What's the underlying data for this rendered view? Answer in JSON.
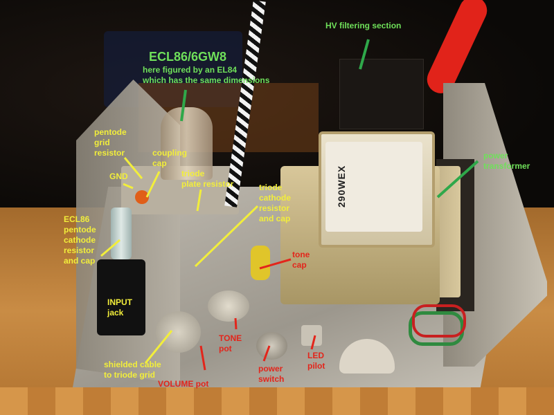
{
  "photo": {
    "subject": "Tube amplifier chassis interior",
    "transformer_model": "290WEX",
    "colors": {
      "green_label": "#6fe05a",
      "yellow_label": "#f2ee3b",
      "red_label": "#e3251b"
    }
  },
  "labels": {
    "tube_title": "ECL86/6GW8",
    "tube_note": "here figured by an EL84\nwhich has the same dimensions",
    "hv_filtering": "HV filtering section",
    "power_transformer": "power\ntransformer",
    "pentode_grid_resistor": "pentode\ngrid\nresistor",
    "coupling_cap": "coupling\ncap",
    "gnd": "GND",
    "triode_plate_resistor": "triode\nplate resistor",
    "triode_cathode": "triode\ncathode\nresistor\nand cap",
    "pentode_cathode": "ECL86\npentode\ncathode\nresistor\nand cap",
    "tone_cap": "tone\ncap",
    "input_jack": "INPUT\njack",
    "shielded_cable": "shielded cable\nto triode grid",
    "volume_pot": "VOLUME pot",
    "tone_pot": "TONE\npot",
    "power_switch": "power\nswitch",
    "led_pilot": "LED\npilot"
  }
}
